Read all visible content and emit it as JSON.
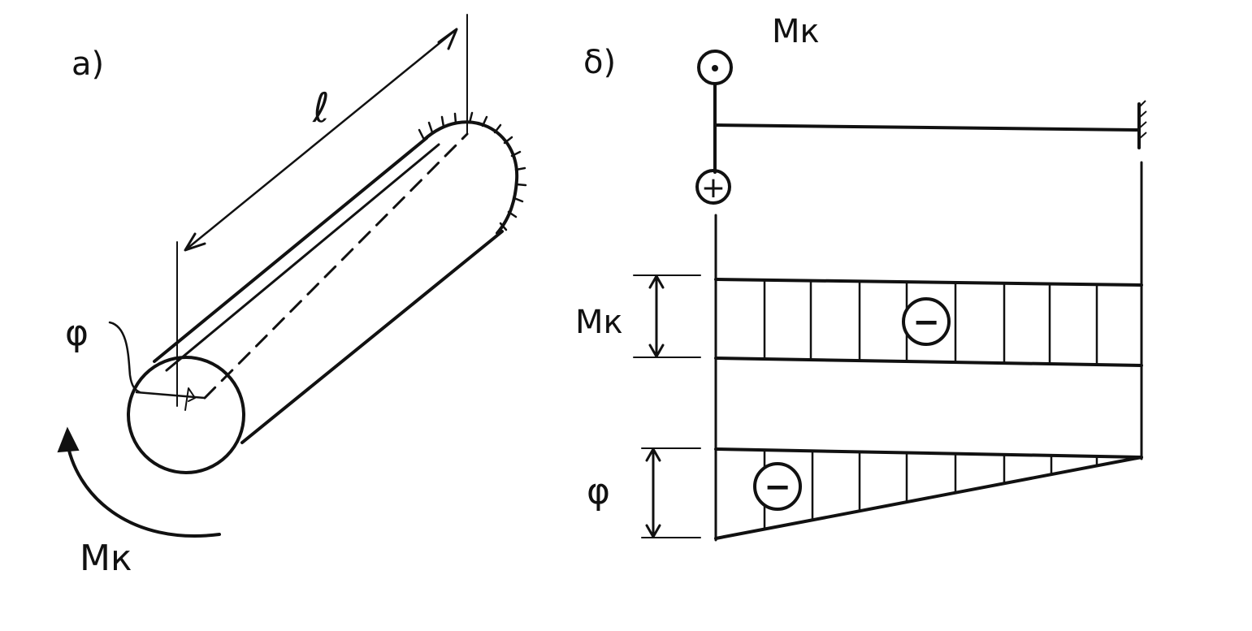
{
  "panel_a": {
    "label": "а)",
    "length_label": "ℓ",
    "angle_label": "φ",
    "torque_label": "Mк"
  },
  "panel_b": {
    "label": "δ)",
    "torque_top_label": "Mк",
    "torque_diagram_label": "Mк",
    "angle_diagram_label": "φ",
    "sign_plus": "+",
    "sign_minus_torque": "−",
    "sign_minus_angle": "−"
  }
}
